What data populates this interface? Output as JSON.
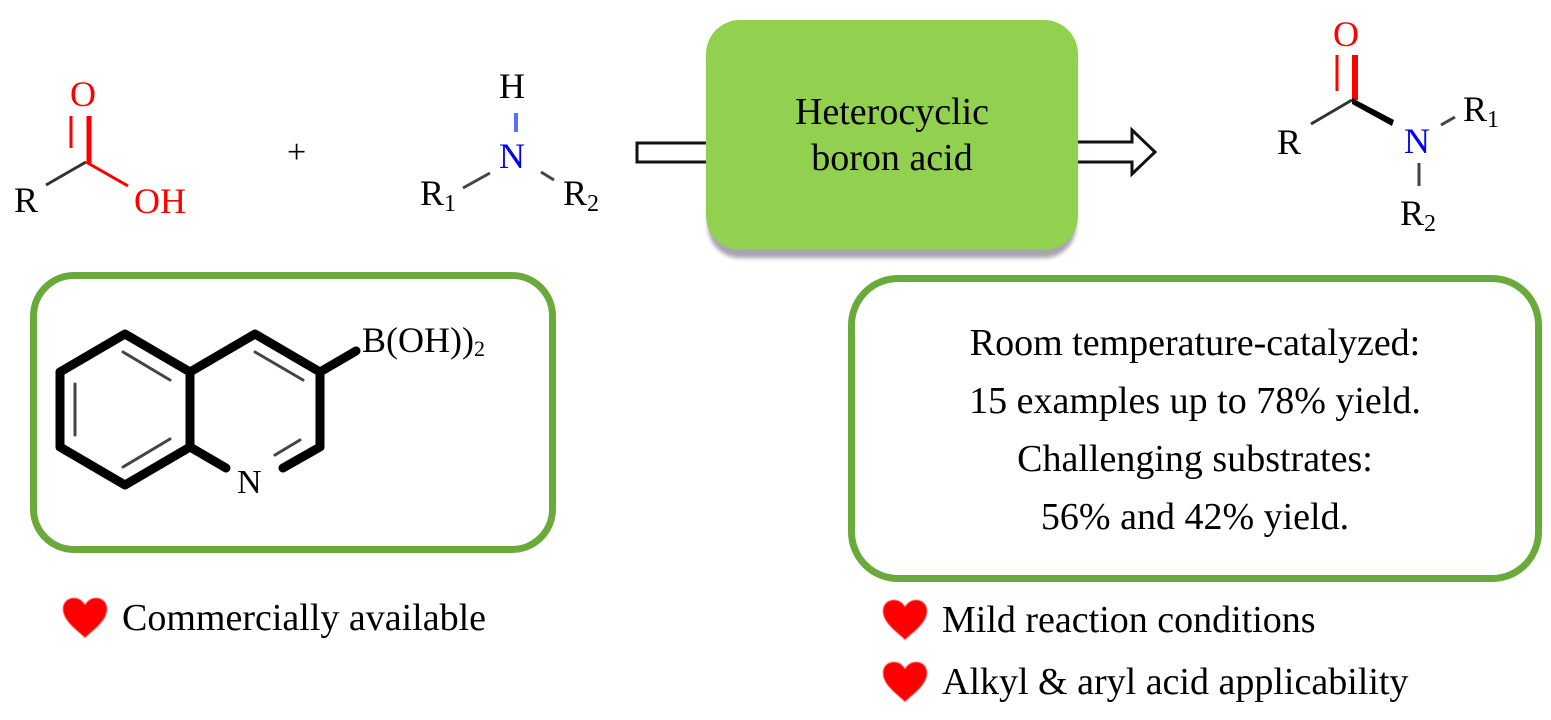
{
  "reaction": {
    "acid": {
      "label": "Carboxylic acid",
      "atoms": {
        "R": "R",
        "O": "O",
        "OH": "OH"
      },
      "colors": {
        "oxygen": "#ff0000",
        "bond": "#333333"
      }
    },
    "plus_sign": "+",
    "amine": {
      "label": "Amine",
      "atoms": {
        "H": "H",
        "N": "N",
        "R1_base": "R",
        "R1_sub": "1",
        "R2_base": "R",
        "R2_sub": "2"
      },
      "colors": {
        "nitrogen": "#0000ff"
      }
    },
    "catalyst": {
      "line1": "Heterocyclic",
      "line2": "boron acid",
      "fill_color": "#92d050"
    },
    "product": {
      "label": "Amide",
      "atoms": {
        "O": "O",
        "R": "R",
        "N": "N",
        "R1_base": "R",
        "R1_sub": "1",
        "R2_base": "R",
        "R2_sub": "2"
      },
      "colors": {
        "oxygen": "#ff0000",
        "nitrogen": "#0000ff"
      }
    }
  },
  "catalyst_structure": {
    "name": "quinoline-3-boronic acid",
    "substituent_base": "B(OH)",
    "substituent_sub": "2",
    "ring_heteroatom": "N",
    "frame_color": "#6aaa3a"
  },
  "results": {
    "lines": [
      "Room temperature-catalyzed:",
      "15 examples up to 78% yield.",
      "Challenging substrates:",
      "56% and 42% yield."
    ],
    "frame_color": "#6aaa3a"
  },
  "features_left": [
    {
      "icon": "heart-icon",
      "text": "Commercially available"
    }
  ],
  "features_right": [
    {
      "icon": "heart-icon",
      "text": "Mild reaction conditions"
    },
    {
      "icon": "heart-icon",
      "text": "Alkyl & aryl acid applicability"
    }
  ],
  "heart_color": "#ff0000"
}
